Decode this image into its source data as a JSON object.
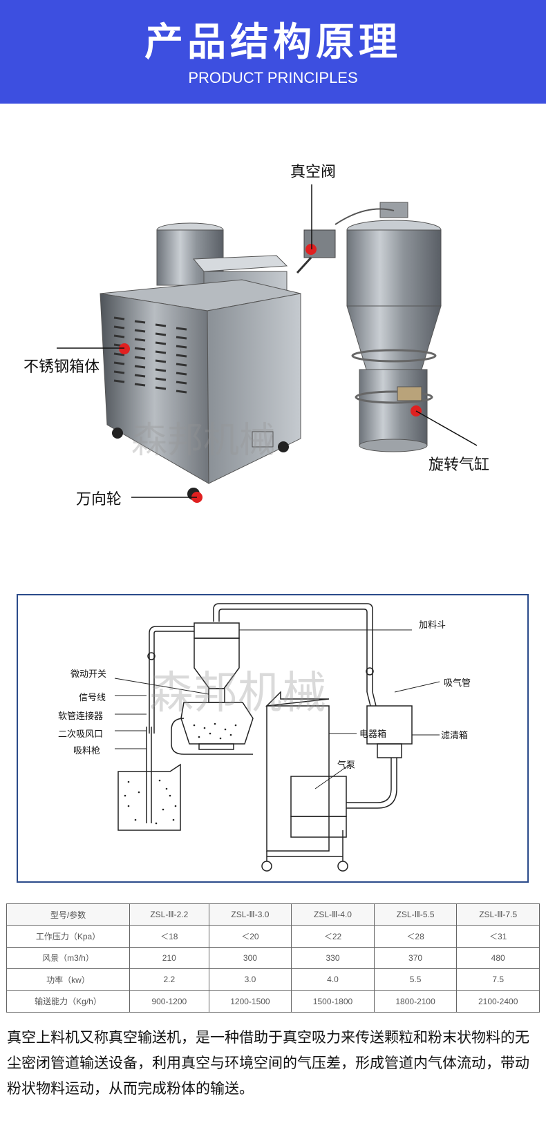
{
  "header": {
    "title": "产品结构原理",
    "subtitle": "PRODUCT PRINCIPLES"
  },
  "photo_callouts": {
    "vacuum_valve": "真空阀",
    "stainless_box": "不锈钢箱体",
    "rotary_cylinder": "旋转气缸",
    "caster_wheel": "万向轮"
  },
  "watermark": "森邦机械",
  "diagram_labels": {
    "hopper": "加料斗",
    "micro_switch": "微动开关",
    "suction_pipe": "吸气管",
    "signal_line": "信号线",
    "hose_connector": "软管连接器",
    "electric_box": "电器箱",
    "filter_box": "滤清箱",
    "secondary_inlet": "二次吸风口",
    "air_pump": "气泵",
    "suction_gun": "吸料枪"
  },
  "spec_table": {
    "header": [
      "型号/参数",
      "ZSL-Ⅲ-2.2",
      "ZSL-Ⅲ-3.0",
      "ZSL-Ⅲ-4.0",
      "ZSL-Ⅲ-5.5",
      "ZSL-Ⅲ-7.5"
    ],
    "rows": [
      [
        "工作压力（Kpa）",
        "＜18",
        "＜20",
        "＜22",
        "＜28",
        "＜31"
      ],
      [
        "风景（m3/h）",
        "210",
        "300",
        "330",
        "370",
        "480"
      ],
      [
        "功率（kw）",
        "2.2",
        "3.0",
        "4.0",
        "5.5",
        "7.5"
      ],
      [
        "输送能力（Kg/h）",
        "900-1200",
        "1200-1500",
        "1500-1800",
        "1800-2100",
        "2100-2400"
      ]
    ]
  },
  "description": "真空上料机又称真空输送机，是一种借助于真空吸力来传送颗粒和粉末状物料的无尘密闭管道输送设备，利用真空与环境空间的气压差，形成管道内气体流动，带动粉状物料运动，从而完成粉体的输送。",
  "colors": {
    "header_bg": "#3d4fe0",
    "callout_dot": "#e02020",
    "diagram_border": "#2a4a8a"
  }
}
